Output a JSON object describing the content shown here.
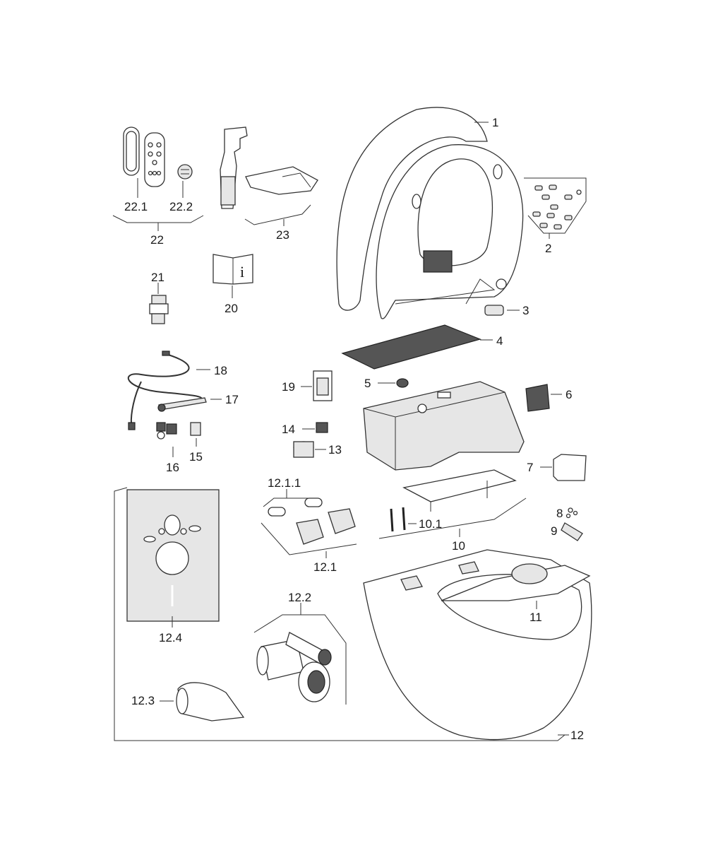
{
  "diagram": {
    "type": "exploded-parts-diagram",
    "labels": {
      "p1": "1",
      "p2": "2",
      "p3": "3",
      "p4": "4",
      "p5": "5",
      "p6": "6",
      "p7": "7",
      "p8": "8",
      "p9": "9",
      "p10": "10",
      "p10_1": "10.1",
      "p11": "11",
      "p12": "12",
      "p12_1": "12.1",
      "p12_1_1": "12.1.1",
      "p12_2": "12.2",
      "p12_3": "12.3",
      "p12_4": "12.4",
      "p13": "13",
      "p14": "14",
      "p15": "15",
      "p16": "16",
      "p17": "17",
      "p18": "18",
      "p19": "19",
      "p20": "20",
      "p21": "21",
      "p22": "22",
      "p22_1": "22.1",
      "p22_2": "22.2",
      "p23": "23"
    },
    "manual_icon_letter": "i",
    "colors": {
      "line": "#333333",
      "fill": "#e6e6e6",
      "background": "#ffffff"
    }
  }
}
